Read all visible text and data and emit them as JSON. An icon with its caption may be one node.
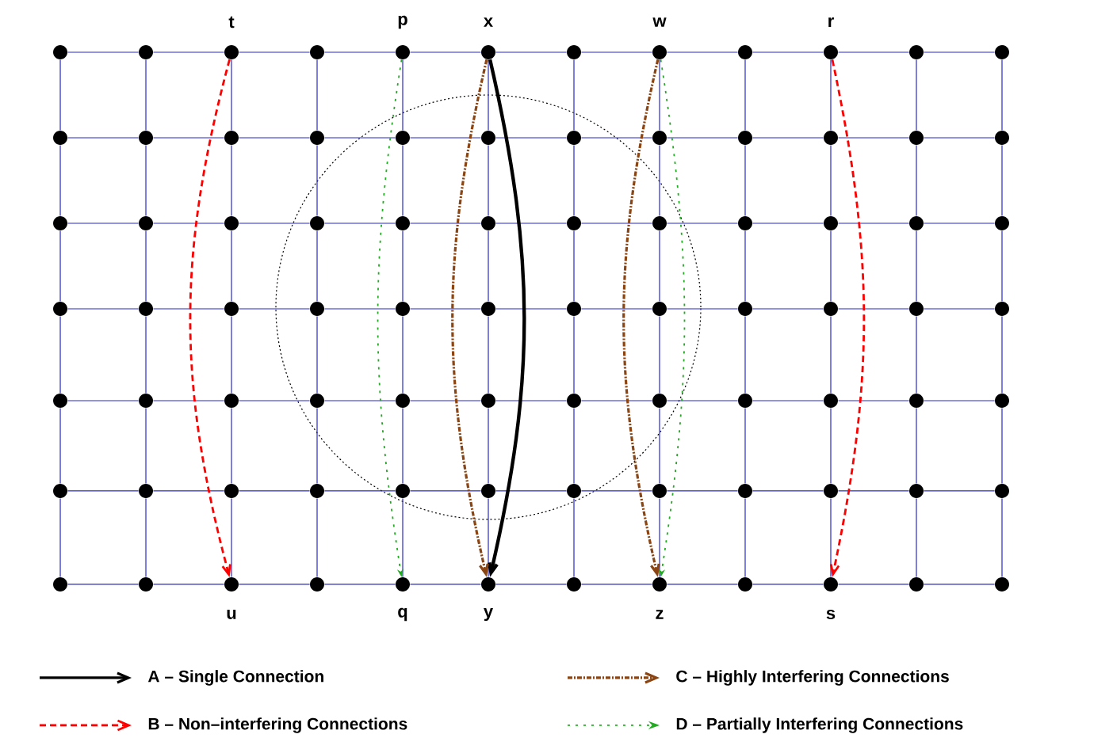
{
  "diagram": {
    "nodes": [
      {
        "text": [],
        "shape": "circle"
      },
      {
        "text": [],
        "shape": "circle"
      },
      {
        "text": [
          "t"
        ]
      },
      {
        "text": [],
        "shape": "circle"
      },
      {
        "text": [
          "p"
        ]
      },
      {
        "text": [
          "x"
        ]
      },
      {
        "text": [],
        "shape": "circle"
      },
      {
        "text": [
          "w"
        ]
      },
      {
        "text": [],
        "shape": "circle"
      },
      {
        "text": [
          "r"
        ]
      },
      {
        "text": [],
        "shape": "circle"
      },
      {
        "text": [],
        "shape": "circle"
      },
      {
        "text": [],
        "shape": "circle"
      },
      {
        "text": [],
        "shape": "circle"
      },
      {
        "text": [],
        "shape": "circle"
      },
      {
        "text": [],
        "shape": "circle"
      },
      {
        "text": [],
        "shape": "circle"
      },
      {
        "text": [],
        "shape": "circle"
      },
      {
        "text": [],
        "shape": "circle"
      },
      {
        "text": [],
        "shape": "circle"
      },
      {
        "text": [],
        "shape": "circle"
      },
      {
        "text": [],
        "shape": "circle"
      },
      {
        "text": [],
        "shape": "circle"
      },
      {
        "text": [],
        "shape": "circle"
      },
      {
        "text": [],
        "shape": "circle"
      },
      {
        "text": [],
        "shape": "circle"
      },
      {
        "text": [],
        "shape": "circle"
      },
      {
        "text": [],
        "shape": "circle"
      },
      {
        "text": [],
        "shape": "circle"
      },
      {
        "text": [],
        "shape": "circle"
      },
      {
        "text": [],
        "shape": "circle"
      },
      {
        "text": [],
        "shape": "circle"
      },
      {
        "text": [],
        "shape": "circle"
      },
      {
        "text": [],
        "shape": "circle"
      },
      {
        "text": [],
        "shape": "circle"
      },
      {
        "text": [],
        "shape": "circle"
      },
      {
        "text": [],
        "shape": "circle"
      },
      {
        "text": [],
        "shape": "circle"
      },
      {
        "text": [],
        "shape": "circle"
      },
      {
        "text": [],
        "shape": "circle"
      },
      {
        "text": [],
        "shape": "circle"
      },
      {
        "text": [],
        "shape": "circle"
      },
      {
        "text": [],
        "shape": "circle"
      },
      {
        "text": [],
        "shape": "circle"
      },
      {
        "text": [],
        "shape": "circle"
      },
      {
        "text": [],
        "shape": "circle"
      },
      {
        "text": [],
        "shape": "circle"
      },
      {
        "text": [],
        "shape": "circle"
      },
      {
        "text": [],
        "shape": "circle"
      },
      {
        "text": [],
        "shape": "circle"
      },
      {
        "text": [],
        "shape": "circle"
      },
      {
        "text": [],
        "shape": "circle"
      },
      {
        "text": [],
        "shape": "circle"
      },
      {
        "text": [],
        "shape": "circle"
      },
      {
        "text": [],
        "shape": "circle"
      },
      {
        "text": [],
        "shape": "circle"
      },
      {
        "text": [],
        "shape": "circle"
      },
      {
        "text": [],
        "shape": "circle"
      },
      {
        "text": [],
        "shape": "circle"
      },
      {
        "text": [],
        "shape": "circle"
      },
      {
        "text": [],
        "shape": "circle"
      },
      {
        "text": [],
        "shape": "circle"
      },
      {
        "text": [],
        "shape": "circle"
      },
      {
        "text": [],
        "shape": "circle"
      },
      {
        "text": [],
        "shape": "circle"
      },
      {
        "text": [],
        "shape": "circle"
      },
      {
        "text": [],
        "shape": "circle"
      },
      {
        "text": [],
        "shape": "circle"
      },
      {
        "text": [],
        "shape": "circle"
      },
      {
        "text": [],
        "shape": "circle"
      },
      {
        "text": [],
        "shape": "circle"
      },
      {
        "text": [],
        "shape": "circle"
      },
      {
        "text": [],
        "shape": "circle"
      },
      {
        "text": [],
        "shape": "circle"
      },
      {
        "text": [
          "u"
        ]
      },
      {
        "text": [],
        "shape": "circle"
      },
      {
        "text": [
          "q"
        ]
      },
      {
        "text": [
          "y"
        ]
      },
      {
        "text": [],
        "shape": "circle"
      },
      {
        "text": [
          "z"
        ]
      },
      {
        "text": [],
        "shape": "circle"
      },
      {
        "text": [
          "s"
        ]
      },
      {
        "text": [],
        "shape": "circle"
      },
      {
        "text": [],
        "shape": "circle"
      }
    ],
    "edges": [
      {
        "from": 2,
        "to": 74,
        "arrow": "to",
        "style": "dashed",
        "color": "#ff0000"
      },
      {
        "from": 4,
        "to": 76,
        "arrow": "to",
        "style": "dashed",
        "color": "#22aa22"
      },
      {
        "from": 5,
        "to": 77,
        "arrow": "to",
        "style": "thick",
        "color": "#000000"
      },
      {
        "from": 5,
        "to": 77,
        "arrow": "to",
        "style": "dashed",
        "color": "#8b4513"
      },
      {
        "from": 7,
        "to": 79,
        "arrow": "to",
        "style": "dashed",
        "color": "#8b4513"
      },
      {
        "from": 7,
        "to": 79,
        "arrow": "to",
        "style": "dashed",
        "color": "#22aa22"
      },
      {
        "from": 9,
        "to": 81,
        "arrow": "to",
        "style": "dashed",
        "color": "#ff0000"
      },
      {
        "from": 0,
        "to": 1,
        "arrow": "none"
      },
      {
        "from": 1,
        "to": 2,
        "arrow": "none"
      },
      {
        "from": 2,
        "to": 3,
        "arrow": "none"
      },
      {
        "from": 3,
        "to": 4,
        "arrow": "none"
      },
      {
        "from": 4,
        "to": 5,
        "arrow": "none"
      },
      {
        "from": 5,
        "to": 6,
        "arrow": "none"
      },
      {
        "from": 6,
        "to": 7,
        "arrow": "none"
      },
      {
        "from": 7,
        "to": 8,
        "arrow": "none"
      },
      {
        "from": 8,
        "to": 9,
        "arrow": "none"
      },
      {
        "from": 9,
        "to": 10,
        "arrow": "none"
      },
      {
        "from": 10,
        "to": 11,
        "arrow": "none"
      },
      {
        "from": 12,
        "to": 13,
        "arrow": "none"
      },
      {
        "from": 13,
        "to": 14,
        "arrow": "none"
      },
      {
        "from": 14,
        "to": 15,
        "arrow": "none"
      },
      {
        "from": 15,
        "to": 16,
        "arrow": "none"
      },
      {
        "from": 16,
        "to": 17,
        "arrow": "none"
      },
      {
        "from": 17,
        "to": 18,
        "arrow": "none"
      },
      {
        "from": 18,
        "to": 19,
        "arrow": "none"
      },
      {
        "from": 19,
        "to": 20,
        "arrow": "none"
      },
      {
        "from": 20,
        "to": 21,
        "arrow": "none"
      },
      {
        "from": 21,
        "to": 22,
        "arrow": "none"
      },
      {
        "from": 22,
        "to": 23,
        "arrow": "none"
      },
      {
        "from": 24,
        "to": 25,
        "arrow": "none"
      },
      {
        "from": 25,
        "to": 26,
        "arrow": "none"
      },
      {
        "from": 26,
        "to": 27,
        "arrow": "none"
      },
      {
        "from": 27,
        "to": 28,
        "arrow": "none"
      },
      {
        "from": 28,
        "to": 29,
        "arrow": "none"
      },
      {
        "from": 29,
        "to": 30,
        "arrow": "none"
      },
      {
        "from": 30,
        "to": 31,
        "arrow": "none"
      },
      {
        "from": 31,
        "to": 32,
        "arrow": "none"
      },
      {
        "from": 32,
        "to": 33,
        "arrow": "none"
      },
      {
        "from": 33,
        "to": 34,
        "arrow": "none"
      },
      {
        "from": 34,
        "to": 35,
        "arrow": "none"
      },
      {
        "from": 36,
        "to": 37,
        "arrow": "none"
      },
      {
        "from": 37,
        "to": 38,
        "arrow": "none"
      },
      {
        "from": 38,
        "to": 39,
        "arrow": "none"
      },
      {
        "from": 39,
        "to": 40,
        "arrow": "none"
      },
      {
        "from": 40,
        "to": 41,
        "arrow": "none"
      },
      {
        "from": 41,
        "to": 42,
        "arrow": "none"
      },
      {
        "from": 42,
        "to": 43,
        "arrow": "none"
      },
      {
        "from": 43,
        "to": 44,
        "arrow": "none"
      },
      {
        "from": 44,
        "to": 45,
        "arrow": "none"
      },
      {
        "from": 45,
        "to": 46,
        "arrow": "none"
      },
      {
        "from": 46,
        "to": 47,
        "arrow": "none"
      },
      {
        "from": 48,
        "to": 49,
        "arrow": "none"
      },
      {
        "from": 49,
        "to": 50,
        "arrow": "none"
      },
      {
        "from": 50,
        "to": 51,
        "arrow": "none"
      },
      {
        "from": 51,
        "to": 52,
        "arrow": "none"
      },
      {
        "from": 52,
        "to": 53,
        "arrow": "none"
      },
      {
        "from": 53,
        "to": 54,
        "arrow": "none"
      },
      {
        "from": 54,
        "to": 55,
        "arrow": "none"
      },
      {
        "from": 55,
        "to": 56,
        "arrow": "none"
      },
      {
        "from": 56,
        "to": 57,
        "arrow": "none"
      },
      {
        "from": 57,
        "to": 58,
        "arrow": "none"
      },
      {
        "from": 58,
        "to": 59,
        "arrow": "none"
      },
      {
        "from": 60,
        "to": 61,
        "arrow": "none"
      },
      {
        "from": 61,
        "to": 62,
        "arrow": "none"
      },
      {
        "from": 62,
        "to": 63,
        "arrow": "none"
      },
      {
        "from": 63,
        "to": 64,
        "arrow": "none"
      },
      {
        "from": 64,
        "to": 65,
        "arrow": "none"
      },
      {
        "from": 65,
        "to": 66,
        "arrow": "none"
      },
      {
        "from": 66,
        "to": 67,
        "arrow": "none"
      },
      {
        "from": 67,
        "to": 68,
        "arrow": "none"
      },
      {
        "from": 68,
        "to": 69,
        "arrow": "none"
      },
      {
        "from": 69,
        "to": 70,
        "arrow": "none"
      },
      {
        "from": 70,
        "to": 71,
        "arrow": "none"
      },
      {
        "from": 72,
        "to": 73,
        "arrow": "none"
      },
      {
        "from": 73,
        "to": 74,
        "arrow": "none"
      },
      {
        "from": 74,
        "to": 75,
        "arrow": "none"
      },
      {
        "from": 75,
        "to": 76,
        "arrow": "none"
      },
      {
        "from": 76,
        "to": 77,
        "arrow": "none"
      },
      {
        "from": 77,
        "to": 78,
        "arrow": "none"
      },
      {
        "from": 78,
        "to": 79,
        "arrow": "none"
      },
      {
        "from": 79,
        "to": 80,
        "arrow": "none"
      },
      {
        "from": 80,
        "to": 81,
        "arrow": "none"
      },
      {
        "from": 81,
        "to": 82,
        "arrow": "none"
      },
      {
        "from": 82,
        "to": 83,
        "arrow": "none"
      },
      {
        "from": 0,
        "to": 12,
        "arrow": "none"
      },
      {
        "from": 1,
        "to": 13,
        "arrow": "none"
      },
      {
        "from": 2,
        "to": 14,
        "arrow": "none"
      },
      {
        "from": 3,
        "to": 15,
        "arrow": "none"
      },
      {
        "from": 4,
        "to": 16,
        "arrow": "none"
      },
      {
        "from": 5,
        "to": 17,
        "arrow": "none"
      },
      {
        "from": 6,
        "to": 18,
        "arrow": "none"
      },
      {
        "from": 7,
        "to": 19,
        "arrow": "none"
      },
      {
        "from": 8,
        "to": 20,
        "arrow": "none"
      },
      {
        "from": 9,
        "to": 21,
        "arrow": "none"
      },
      {
        "from": 10,
        "to": 22,
        "arrow": "none"
      },
      {
        "from": 11,
        "to": 23,
        "arrow": "none"
      },
      {
        "from": 12,
        "to": 24,
        "arrow": "none"
      },
      {
        "from": 13,
        "to": 25,
        "arrow": "none"
      },
      {
        "from": 14,
        "to": 26,
        "arrow": "none"
      },
      {
        "from": 15,
        "to": 27,
        "arrow": "none"
      },
      {
        "from": 16,
        "to": 28,
        "arrow": "none"
      },
      {
        "from": 17,
        "to": 29,
        "arrow": "none"
      },
      {
        "from": 18,
        "to": 30,
        "arrow": "none"
      },
      {
        "from": 19,
        "to": 31,
        "arrow": "none"
      },
      {
        "from": 20,
        "to": 32,
        "arrow": "none"
      },
      {
        "from": 21,
        "to": 33,
        "arrow": "none"
      },
      {
        "from": 22,
        "to": 34,
        "arrow": "none"
      },
      {
        "from": 23,
        "to": 35,
        "arrow": "none"
      },
      {
        "from": 24,
        "to": 36,
        "arrow": "none"
      },
      {
        "from": 25,
        "to": 37,
        "arrow": "none"
      },
      {
        "from": 26,
        "to": 38,
        "arrow": "none"
      },
      {
        "from": 27,
        "to": 39,
        "arrow": "none"
      },
      {
        "from": 28,
        "to": 40,
        "arrow": "none"
      },
      {
        "from": 29,
        "to": 41,
        "arrow": "none"
      },
      {
        "from": 30,
        "to": 42,
        "arrow": "none"
      },
      {
        "from": 31,
        "to": 43,
        "arrow": "none"
      },
      {
        "from": 32,
        "to": 44,
        "arrow": "none"
      },
      {
        "from": 33,
        "to": 45,
        "arrow": "none"
      },
      {
        "from": 34,
        "to": 46,
        "arrow": "none"
      },
      {
        "from": 35,
        "to": 47,
        "arrow": "none"
      },
      {
        "from": 36,
        "to": 48,
        "arrow": "none"
      },
      {
        "from": 37,
        "to": 49,
        "arrow": "none"
      },
      {
        "from": 38,
        "to": 50,
        "arrow": "none"
      },
      {
        "from": 39,
        "to": 51,
        "arrow": "none"
      },
      {
        "from": 40,
        "to": 52,
        "arrow": "none"
      },
      {
        "from": 41,
        "to": 53,
        "arrow": "none"
      },
      {
        "from": 42,
        "to": 54,
        "arrow": "none"
      },
      {
        "from": 43,
        "to": 55,
        "arrow": "none"
      },
      {
        "from": 44,
        "to": 56,
        "arrow": "none"
      },
      {
        "from": 45,
        "to": 57,
        "arrow": "none"
      },
      {
        "from": 46,
        "to": 58,
        "arrow": "none"
      },
      {
        "from": 47,
        "to": 59,
        "arrow": "none"
      },
      {
        "from": 48,
        "to": 60,
        "arrow": "none"
      },
      {
        "from": 49,
        "to": 61,
        "arrow": "none"
      },
      {
        "from": 50,
        "to": 62,
        "arrow": "none"
      },
      {
        "from": 51,
        "to": 63,
        "arrow": "none"
      },
      {
        "from": 52,
        "to": 64,
        "arrow": "none"
      },
      {
        "from": 53,
        "to": 65,
        "arrow": "none"
      },
      {
        "from": 54,
        "to": 66,
        "arrow": "none"
      },
      {
        "from": 55,
        "to": 67,
        "arrow": "none"
      },
      {
        "from": 56,
        "to": 68,
        "arrow": "none"
      },
      {
        "from": 57,
        "to": 69,
        "arrow": "none"
      },
      {
        "from": 58,
        "to": 70,
        "arrow": "none"
      },
      {
        "from": 59,
        "to": 71,
        "arrow": "none"
      },
      {
        "from": 60,
        "to": 72,
        "arrow": "none"
      },
      {
        "from": 61,
        "to": 73,
        "arrow": "none"
      },
      {
        "from": 62,
        "to": 74,
        "arrow": "none"
      },
      {
        "from": 63,
        "to": 75,
        "arrow": "none"
      },
      {
        "from": 64,
        "to": 76,
        "arrow": "none"
      },
      {
        "from": 65,
        "to": 77,
        "arrow": "none"
      },
      {
        "from": 66,
        "to": 78,
        "arrow": "none"
      },
      {
        "from": 67,
        "to": 79,
        "arrow": "none"
      },
      {
        "from": 68,
        "to": 80,
        "arrow": "none"
      },
      {
        "from": 69,
        "to": 81,
        "arrow": "none"
      },
      {
        "from": 70,
        "to": 82,
        "arrow": "none"
      },
      {
        "from": 71,
        "to": 83,
        "arrow": "none"
      }
    ],
    "legend": [
      {
        "text": "A – Single Connection"
      },
      {
        "text": "B – Non–interfering Connections"
      },
      {
        "text": "C – Highly Interfering Connections"
      },
      {
        "text": "D – Partially Interfering Connections"
      }
    ]
  }
}
